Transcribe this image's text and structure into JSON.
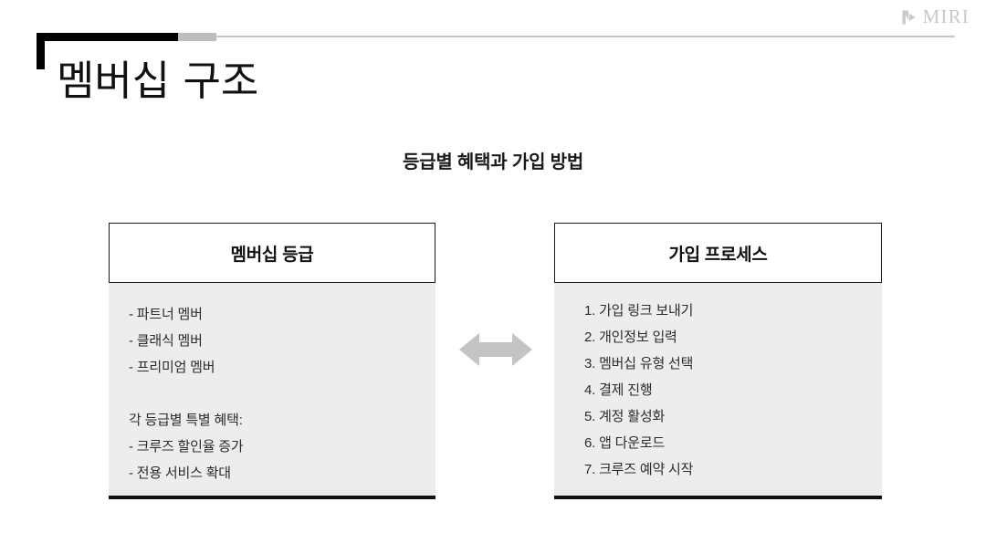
{
  "brand": {
    "name": "MIRI",
    "mark_icon": "miri-logo-icon",
    "color": "#c9c9c9"
  },
  "title": "멤버십 구조",
  "subtitle": "등급별 혜택과 가입 방법",
  "accent_colors": {
    "rule_black": "#000000",
    "rule_gray": "#bdbdbd",
    "rule_thin": "#c6c6c6",
    "card_body_bg": "#ededee",
    "arrow": "#c4c4c4"
  },
  "center": {
    "arrow_icon": "double-headed-horizontal-arrow-icon"
  },
  "cards": [
    {
      "id": "membership-tiers",
      "header": "멤버십 등급",
      "lines": [
        "- 파트너 멤버",
        "- 클래식 멤버",
        "- 프리미엄 멤버",
        "",
        "각 등급별 특별 혜택:",
        "- 크루즈 할인율 증가",
        "- 전용 서비스 확대"
      ]
    },
    {
      "id": "signup-process",
      "header": "가입 프로세스",
      "lines": [
        "1. 가입 링크 보내기",
        "2. 개인정보 입력",
        "3. 멤버십 유형 선택",
        "4. 결제 진행",
        "5. 계정 활성화",
        "6. 앱 다운로드",
        "7. 크루즈 예약 시작"
      ]
    }
  ]
}
